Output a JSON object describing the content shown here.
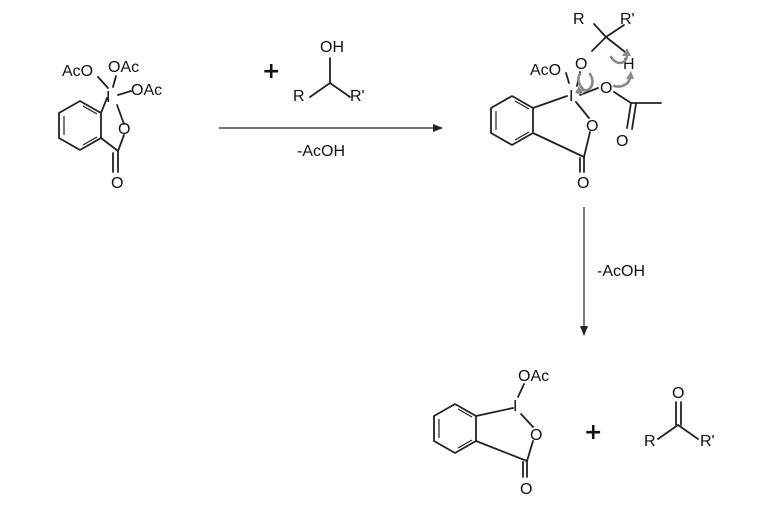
{
  "scheme": {
    "reagent": {
      "substituents": [
        "AcO",
        "OAc",
        "OAc"
      ],
      "iodine": "I",
      "ring_oxygen": "O",
      "carbonyl_oxygen": "O"
    },
    "alcohol": {
      "hydroxyl": "OH",
      "r1": "R",
      "r2": "R'"
    },
    "plus_sign": "+",
    "step1_byproduct": "-AcOH",
    "intermediate": {
      "r1": "R",
      "r2": "R'",
      "alkoxy_oxygen": "O",
      "hydrogen": "H",
      "acetoxy": "AcO",
      "iodine": "I",
      "acetate_oxygen": "O",
      "acetyl_carbonyl_oxygen": "O",
      "ring_oxygen": "O",
      "carbonyl_oxygen": "O"
    },
    "step2_byproduct": "-AcOH",
    "product_iodinane": {
      "acetoxy": "OAc",
      "iodine": "I",
      "ring_oxygen": "O",
      "carbonyl_oxygen": "O"
    },
    "product_carbonyl": {
      "oxygen": "O",
      "r1": "R",
      "r2": "R'"
    },
    "colors": {
      "ink": "#111111",
      "curly_arrow": "#8a8a8a"
    }
  }
}
